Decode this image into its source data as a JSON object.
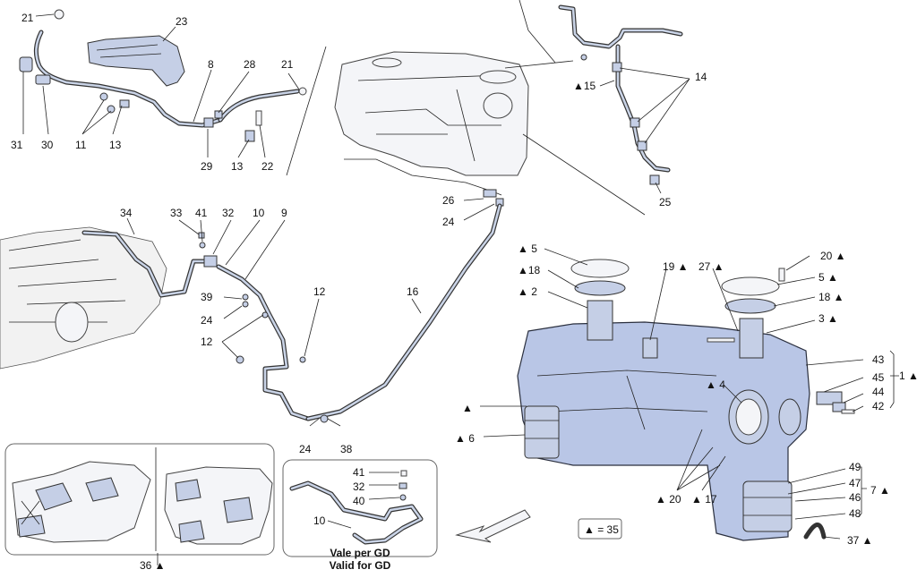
{
  "callouts": [
    {
      "id": "c21a",
      "text": "21"
    },
    {
      "id": "c23",
      "text": "23"
    },
    {
      "id": "c8",
      "text": "8"
    },
    {
      "id": "c28",
      "text": "28"
    },
    {
      "id": "c21b",
      "text": "21"
    },
    {
      "id": "c31",
      "text": "31"
    },
    {
      "id": "c30",
      "text": "30"
    },
    {
      "id": "c11",
      "text": "11"
    },
    {
      "id": "c13a",
      "text": "13"
    },
    {
      "id": "c29",
      "text": "29"
    },
    {
      "id": "c13b",
      "text": "13"
    },
    {
      "id": "c22",
      "text": "22"
    },
    {
      "id": "c14",
      "text": "14"
    },
    {
      "id": "c15",
      "text": "▲15"
    },
    {
      "id": "c25",
      "text": "25"
    },
    {
      "id": "c26",
      "text": "26"
    },
    {
      "id": "c24a",
      "text": "24"
    },
    {
      "id": "c34",
      "text": "34"
    },
    {
      "id": "c33",
      "text": "33"
    },
    {
      "id": "c41a",
      "text": "41"
    },
    {
      "id": "c32a",
      "text": "32"
    },
    {
      "id": "c10a",
      "text": "10"
    },
    {
      "id": "c9",
      "text": "9"
    },
    {
      "id": "c39",
      "text": "39"
    },
    {
      "id": "c24b",
      "text": "24"
    },
    {
      "id": "c12a",
      "text": "12"
    },
    {
      "id": "c12b",
      "text": "12"
    },
    {
      "id": "c16",
      "text": "16"
    },
    {
      "id": "c24c",
      "text": "24"
    },
    {
      "id": "c38",
      "text": "38"
    },
    {
      "id": "c5a",
      "text": "▲ 5"
    },
    {
      "id": "c18a",
      "text": "▲18"
    },
    {
      "id": "c2",
      "text": "▲ 2"
    },
    {
      "id": "c19",
      "text": "19 ▲"
    },
    {
      "id": "c27",
      "text": "27 ▲"
    },
    {
      "id": "c20a",
      "text": "20 ▲"
    },
    {
      "id": "c5b",
      "text": "5 ▲"
    },
    {
      "id": "c18b",
      "text": "18 ▲"
    },
    {
      "id": "c3",
      "text": "3 ▲"
    },
    {
      "id": "c43",
      "text": "43"
    },
    {
      "id": "c45",
      "text": "45"
    },
    {
      "id": "c1",
      "text": "1 ▲"
    },
    {
      "id": "c44",
      "text": "44"
    },
    {
      "id": "c42",
      "text": "42"
    },
    {
      "id": "c4",
      "text": "▲ 4"
    },
    {
      "id": "c_tri",
      "text": "▲"
    },
    {
      "id": "c6",
      "text": "▲ 6"
    },
    {
      "id": "c49",
      "text": "49"
    },
    {
      "id": "c47",
      "text": "47"
    },
    {
      "id": "c7",
      "text": "7 ▲"
    },
    {
      "id": "c46",
      "text": "46"
    },
    {
      "id": "c48",
      "text": "48"
    },
    {
      "id": "c20b",
      "text": "▲ 20"
    },
    {
      "id": "c17",
      "text": "▲ 17"
    },
    {
      "id": "c37",
      "text": "37 ▲"
    },
    {
      "id": "c36",
      "text": "36 ▲"
    },
    {
      "id": "c41b",
      "text": "41"
    },
    {
      "id": "c32b",
      "text": "32"
    },
    {
      "id": "c40",
      "text": "40"
    },
    {
      "id": "c10b",
      "text": "10"
    }
  ],
  "legend": {
    "text": "▲ = 35"
  },
  "inset_caption": {
    "line1": "Vale per GD",
    "line2": "Valid for GD"
  },
  "colors": {
    "part_fill": "#c5cfe6",
    "tank_fill": "#b9c6e6",
    "line": "#222222"
  }
}
